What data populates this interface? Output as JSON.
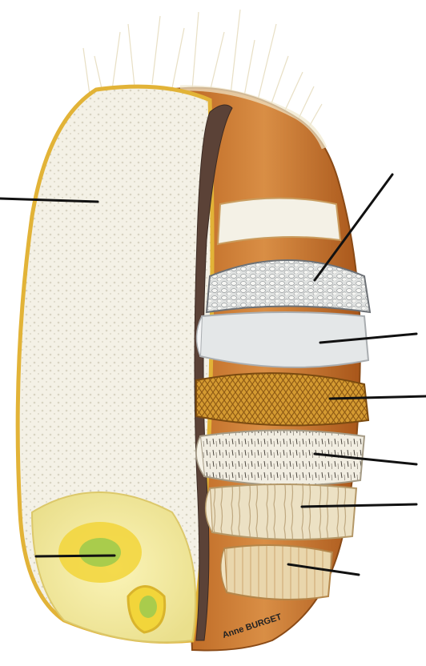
{
  "figure": {
    "credit": "Anne BURGET",
    "colors": {
      "endosperm": "#f4f1e6",
      "outer_shell": "#c27a38",
      "husk_edge": "#e2b337",
      "crease": "#5b4237",
      "germ": "#f3e99a",
      "germ_core": "#f2d53a",
      "germ_spot": "#a9cc4c",
      "aleurone_layer": "#d8dcde",
      "hyaline_layer": "#eef0f1",
      "testa_layer": "#d49a31",
      "cross_layer": "#f1ede1",
      "tube_layer": "#ece1c4",
      "epicarp_layer": "#e9d6ac",
      "leader_line": "#111111"
    },
    "labels": [
      {
        "id": "endosperm",
        "text": ""
      },
      {
        "id": "germ",
        "text": ""
      },
      {
        "id": "layer-1",
        "text": ""
      },
      {
        "id": "layer-2",
        "text": ""
      },
      {
        "id": "layer-3",
        "text": ""
      },
      {
        "id": "layer-4",
        "text": ""
      },
      {
        "id": "layer-5",
        "text": ""
      },
      {
        "id": "layer-6",
        "text": ""
      }
    ]
  }
}
